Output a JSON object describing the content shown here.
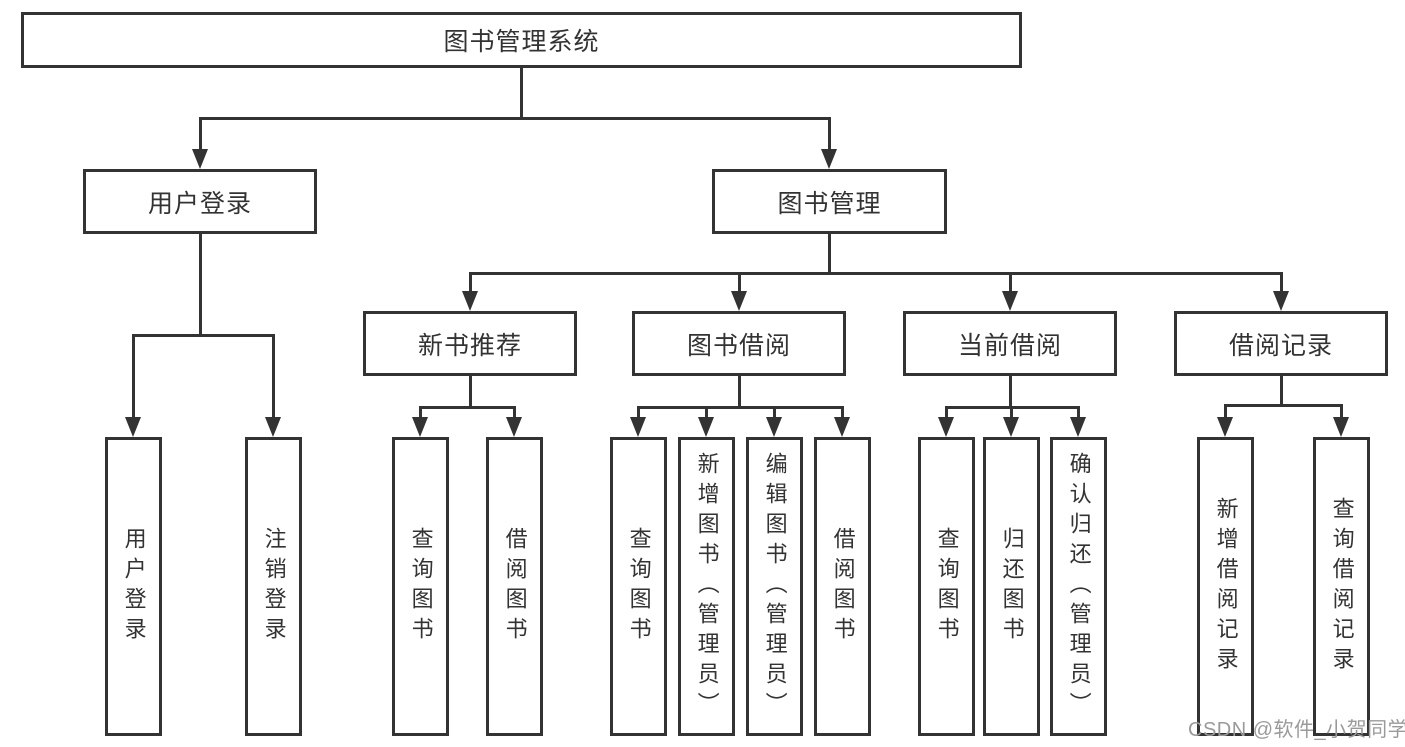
{
  "root": {
    "label": "图书管理系统"
  },
  "level2": {
    "user_login": {
      "label": "用户登录"
    },
    "book_mgmt": {
      "label": "图书管理"
    }
  },
  "level3": {
    "new_book": {
      "label": "新书推荐"
    },
    "book_borrow": {
      "label": "图书借阅"
    },
    "current_borrow": {
      "label": "当前借阅"
    },
    "borrow_record": {
      "label": "借阅记录"
    }
  },
  "leaves": {
    "user_login": [
      "用户登录",
      "注销登录"
    ],
    "new_book": [
      "查询图书",
      "借阅图书"
    ],
    "book_borrow": [
      "查询图书",
      "新增图书（管理员）",
      "编辑图书（管理员）",
      "借阅图书"
    ],
    "current_borrow": [
      "查询图书",
      "归还图书",
      "确认归还（管理员）"
    ],
    "borrow_record": [
      "新增借阅记录",
      "查询借阅记录"
    ]
  },
  "watermark": "CSDN @软件_小贺同学",
  "colors": {
    "line": "#333333",
    "text": "#333333",
    "watermark": "#9a9a9a",
    "background": "#ffffff"
  }
}
